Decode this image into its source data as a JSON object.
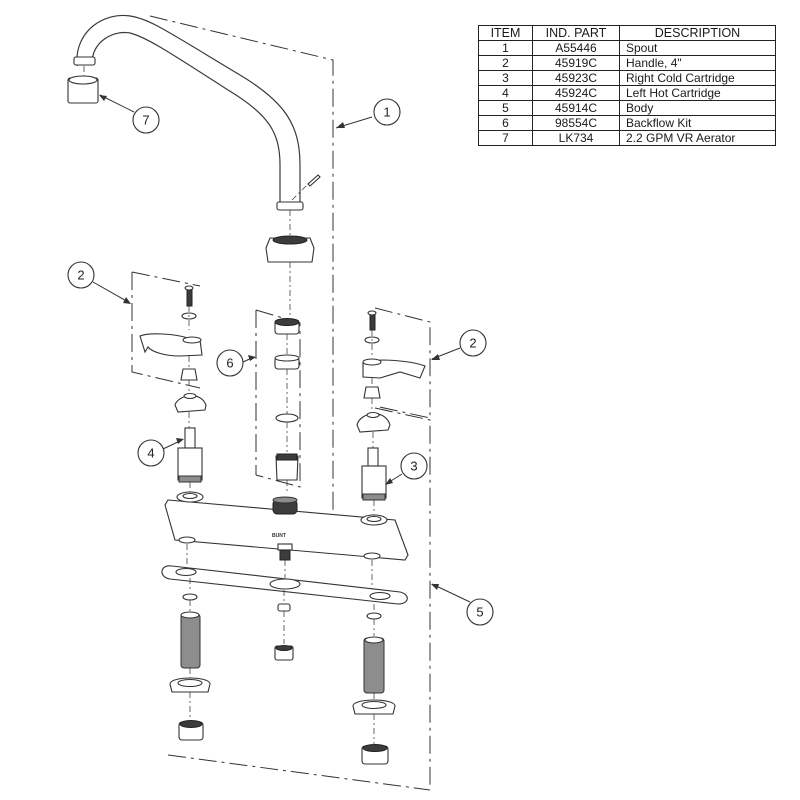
{
  "parts_table": {
    "headers": [
      "ITEM",
      "IND. PART",
      "DESCRIPTION"
    ],
    "rows": [
      {
        "item": "1",
        "part": "A55446",
        "description": "Spout"
      },
      {
        "item": "2",
        "part": "45919C",
        "description": "Handle, 4\""
      },
      {
        "item": "3",
        "part": "45923C",
        "description": "Right Cold Cartridge"
      },
      {
        "item": "4",
        "part": "45924C",
        "description": "Left Hot Cartridge"
      },
      {
        "item": "5",
        "part": "45914C",
        "description": "Body"
      },
      {
        "item": "6",
        "part": "98554C",
        "description": "Backflow Kit"
      },
      {
        "item": "7",
        "part": "LK734",
        "description": "2.2 GPM VR Aerator"
      }
    ]
  },
  "callouts": {
    "spout": "1",
    "handle_left": "2",
    "handle_right": "2",
    "cold_cartridge": "3",
    "hot_cartridge": "4",
    "body": "5",
    "backflow_kit": "6",
    "aerator": "7"
  },
  "body_logo": "BUNT"
}
